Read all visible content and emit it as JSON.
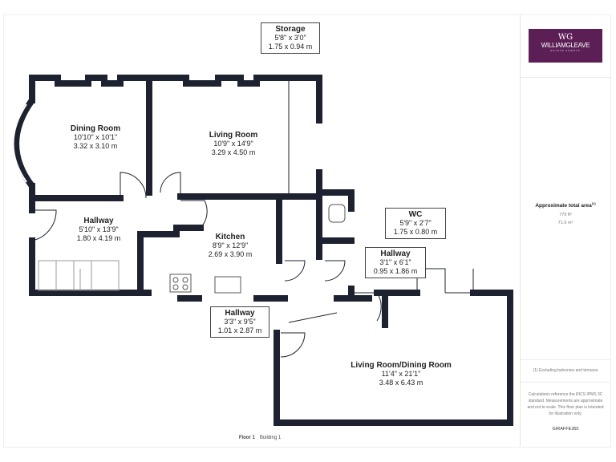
{
  "brand": {
    "logo_text": "WILLIAMGLEAVE",
    "logo_sub": "ESTATE AGENTS",
    "logo_mark": "WG"
  },
  "area": {
    "title": "Approximate total area",
    "title_sup": "(1)",
    "sqft": "770 ft²",
    "sqm": "71.6 m²"
  },
  "notes": {
    "excluding": "(1) Excluding balconies and terraces",
    "calculations": "Calculations reference the RICS IPMS 3C standard. Measurements are approximate and not to scale. This floor plan is intended for illustration only.",
    "provider": "GIRAFFE360"
  },
  "footer": {
    "floor": "Floor 1",
    "building": "Building 1"
  },
  "rooms": [
    {
      "name": "Dining Room",
      "imperial": "10'10\" x 10'1\"",
      "metric": "3.32 x 3.10 m"
    },
    {
      "name": "Living Room",
      "imperial": "10'9\" x 14'9\"",
      "metric": "3.29 x 4.50 m"
    },
    {
      "name": "Hallway",
      "imperial": "5'10\" x 13'9\"",
      "metric": "1.80 x 4.19 m"
    },
    {
      "name": "Kitchen",
      "imperial": "8'9\" x 12'9\"",
      "metric": "2.69 x 3.90 m"
    },
    {
      "name": "Storage",
      "imperial": "5'8\" x 3'0\"",
      "metric": "1.75 x 0.94 m"
    },
    {
      "name": "WC",
      "imperial": "5'9\" x 2'7\"",
      "metric": "1.75 x 0.80 m"
    },
    {
      "name": "Hallway",
      "imperial": "3'1\" x 6'1\"",
      "metric": "0.95 x 1.86 m"
    },
    {
      "name": "Hallway",
      "imperial": "3'3\" x 9'5\"",
      "metric": "1.01 x 2.87 m"
    },
    {
      "name": "Living Room/Dining Room",
      "imperial": "11'4\" x 21'1\"",
      "metric": "3.48 x 6.43 m"
    }
  ],
  "colors": {
    "wall": "#1e2230",
    "brand": "#5c1f55"
  }
}
